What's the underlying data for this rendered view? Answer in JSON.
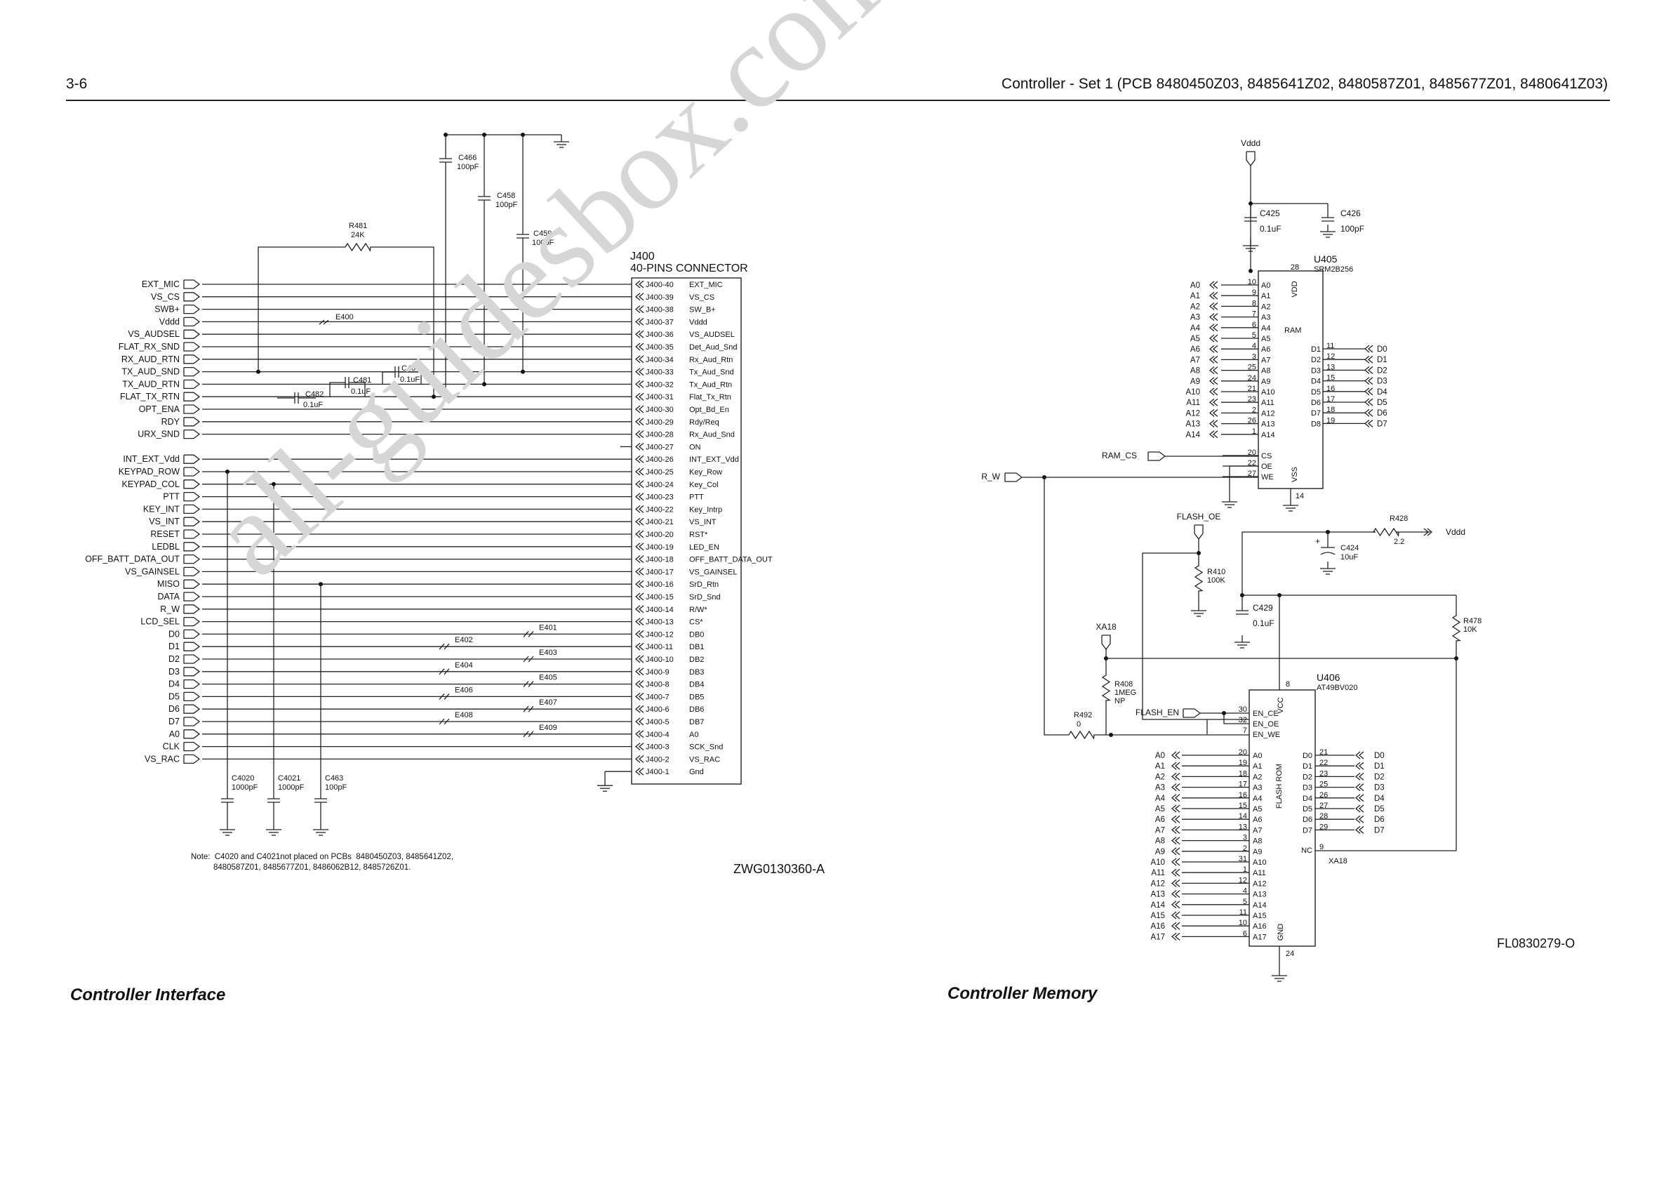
{
  "header": {
    "page_number": "3-6",
    "title": "Controller - Set 1 (PCB 8480450Z03, 8485641Z02, 8480587Z01, 8485677Z01, 8480641Z03)"
  },
  "watermark": "all-guidesbox.com",
  "left": {
    "section_title": "Controller Interface",
    "drawing_id": "ZWG0130360-A",
    "note": "Note:  C4020 and C4021not placed on PCBs  8480450Z03, 8485641Z02,\n          8480587Z01, 8485677Z01, 8486062B12, 8485726Z01.",
    "connector": {
      "ref": "J400",
      "desc": "40-PINS CONNECTOR"
    },
    "left_signals": [
      "EXT_MIC",
      "VS_CS",
      "SWB+",
      "Vddd",
      "VS_AUDSEL",
      "FLAT_RX_SND",
      "RX_AUD_RTN",
      "TX_AUD_SND",
      "TX_AUD_RTN",
      "FLAT_TX_RTN",
      "OPT_ENA",
      "RDY",
      "URX_SND",
      "",
      "INT_EXT_Vdd",
      "KEYPAD_ROW",
      "KEYPAD_COL",
      "PTT",
      "KEY_INT",
      "VS_INT",
      "RESET",
      "LEDBL",
      "OFF_BATT_DATA_OUT",
      "VS_GAINSEL",
      "MISO",
      "DATA",
      "R_W",
      "LCD_SEL",
      "D0",
      "D1",
      "D2",
      "D3",
      "D4",
      "D5",
      "D6",
      "D7",
      "A0",
      "CLK",
      "VS_RAC",
      ""
    ],
    "pins": [
      "J400-40",
      "J400-39",
      "J400-38",
      "J400-37",
      "J400-36",
      "J400-35",
      "J400-34",
      "J400-33",
      "J400-32",
      "J400-31",
      "J400-30",
      "J400-29",
      "J400-28",
      "J400-27",
      "J400-26",
      "J400-25",
      "J400-24",
      "J400-23",
      "J400-22",
      "J400-21",
      "J400-20",
      "J400-19",
      "J400-18",
      "J400-17",
      "J400-16",
      "J400-15",
      "J400-14",
      "J400-13",
      "J400-12",
      "J400-11",
      "J400-10",
      "J400-9",
      "J400-8",
      "J400-7",
      "J400-6",
      "J400-5",
      "J400-4",
      "J400-3",
      "J400-2",
      "J400-1"
    ],
    "pin_names": [
      "EXT_MIC",
      "VS_CS",
      "SW_B+",
      "Vddd",
      "VS_AUDSEL",
      "Det_Aud_Snd",
      "Rx_Aud_Rtn",
      "Tx_Aud_Snd",
      "Tx_Aud_Rtn",
      "Flat_Tx_Rtn",
      "Opt_Bd_En",
      "Rdy/Req",
      "Rx_Aud_Snd",
      "ON",
      "INT_EXT_Vdd",
      "Key_Row",
      "Key_Col",
      "PTT",
      "Key_Intrp",
      "VS_INT",
      "RST*",
      "LED_EN",
      "OFF_BATT_DATA_OUT",
      "VS_GAINSEL",
      "SrD_Rtn",
      "SrD_Snd",
      "R/W*",
      "CS*",
      "DB0",
      "DB1",
      "DB2",
      "DB3",
      "DB4",
      "DB5",
      "DB6",
      "DB7",
      "A0",
      "SCK_Snd",
      "VS_RAC",
      "Gnd"
    ],
    "components": [
      {
        "ref": "C466",
        "value": "100pF"
      },
      {
        "ref": "C458",
        "value": "100pF"
      },
      {
        "ref": "C459",
        "value": "100pF"
      },
      {
        "ref": "R481",
        "value": "24K"
      },
      {
        "ref": "E400",
        "value": ""
      },
      {
        "ref": "C467",
        "value": "0.1uF"
      },
      {
        "ref": "C481",
        "value": "0.1uF"
      },
      {
        "ref": "C482",
        "value": "0.1uF"
      },
      {
        "ref": "C4020",
        "value": "1000pF"
      },
      {
        "ref": "C4021",
        "value": "1000pF"
      },
      {
        "ref": "C463",
        "value": "100pF"
      },
      {
        "ref": "E401",
        "value": ""
      },
      {
        "ref": "E402",
        "value": ""
      },
      {
        "ref": "E403",
        "value": ""
      },
      {
        "ref": "E404",
        "value": ""
      },
      {
        "ref": "E405",
        "value": ""
      },
      {
        "ref": "E406",
        "value": ""
      },
      {
        "ref": "E407",
        "value": ""
      },
      {
        "ref": "E408",
        "value": ""
      },
      {
        "ref": "E409",
        "value": ""
      }
    ]
  },
  "right": {
    "section_title": "Controller  Memory",
    "drawing_id": "FL0830279-O",
    "net_labels": [
      "Vddd",
      "R_W",
      "RAM_CS",
      "FLASH_OE",
      "FLASH_EN",
      "XA18",
      "Vddd"
    ],
    "u405": {
      "ref": "U405",
      "part": "SRM2B256",
      "type": "RAM",
      "addr_pins": [
        "10",
        "9",
        "8",
        "7",
        "6",
        "5",
        "4",
        "3",
        "25",
        "24",
        "21",
        "23",
        "2",
        "26",
        "1"
      ],
      "addr_names": [
        "A0",
        "A1",
        "A2",
        "A3",
        "A4",
        "A5",
        "A6",
        "A7",
        "A8",
        "A9",
        "A10",
        "A11",
        "A12",
        "A13",
        "A14"
      ],
      "data_pins": [
        "11",
        "12",
        "13",
        "15",
        "16",
        "17",
        "18",
        "19"
      ],
      "data_names": [
        "D1",
        "D2",
        "D3",
        "D4",
        "D5",
        "D6",
        "D7",
        "D8"
      ],
      "data_nets": [
        "D0",
        "D1",
        "D2",
        "D3",
        "D4",
        "D5",
        "D6",
        "D7"
      ],
      "ctrl_pins": [
        "20",
        "22",
        "27"
      ],
      "ctrl_names": [
        "CS",
        "OE",
        "WE"
      ],
      "vdd": "VDD",
      "vdd_pin": "28",
      "vss": "VSS",
      "vss_pin": "14"
    },
    "u406": {
      "ref": "U406",
      "part": "AT49BV020",
      "type": "FLASH ROM",
      "ctrl_pins": [
        "30",
        "32",
        "7"
      ],
      "ctrl_names": [
        "EN_CE",
        "EN_OE",
        "EN_WE"
      ],
      "addr_pins": [
        "20",
        "19",
        "18",
        "17",
        "16",
        "15",
        "14",
        "13",
        "3",
        "2",
        "31",
        "1",
        "12",
        "4",
        "5",
        "11",
        "10",
        "6"
      ],
      "addr_names": [
        "A0",
        "A1",
        "A2",
        "A3",
        "A4",
        "A5",
        "A6",
        "A7",
        "A8",
        "A9",
        "A10",
        "A11",
        "A12",
        "A13",
        "A14",
        "A15",
        "A16",
        "A17"
      ],
      "data_pins": [
        "21",
        "22",
        "23",
        "25",
        "26",
        "27",
        "28",
        "29"
      ],
      "data_names": [
        "D0",
        "D1",
        "D2",
        "D3",
        "D4",
        "D5",
        "D6",
        "D7"
      ],
      "nc": "NC",
      "nc_pin": "9",
      "nc_net": "XA18",
      "vcc": "VCC",
      "vcc_pin": "8",
      "gnd": "GND",
      "gnd_pin": "24"
    },
    "components": [
      {
        "ref": "C425",
        "value": "0.1uF"
      },
      {
        "ref": "C426",
        "value": "100pF"
      },
      {
        "ref": "R428",
        "value": "2.2"
      },
      {
        "ref": "C424",
        "value": "10uF"
      },
      {
        "ref": "R410",
        "value": "100K"
      },
      {
        "ref": "C429",
        "value": "0.1uF"
      },
      {
        "ref": "R478",
        "value": "10K"
      },
      {
        "ref": "R408",
        "value": "1MEG"
      },
      {
        "ref": "R408_np",
        "value": "NP"
      },
      {
        "ref": "R492",
        "value": "0"
      }
    ]
  }
}
